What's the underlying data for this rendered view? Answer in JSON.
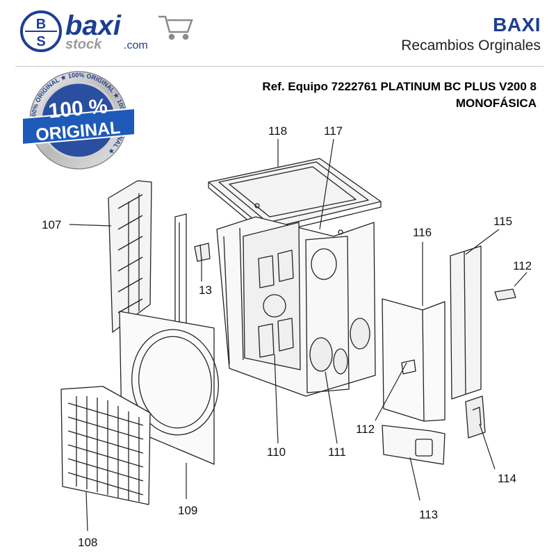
{
  "logo": {
    "word": "baxi",
    "sub": "stock",
    "domain": ".com",
    "letters": [
      "B",
      "S"
    ]
  },
  "header": {
    "brand": "BAXI",
    "tagline": "Recambios Orginales",
    "ref_line1": "Ref. Equipo 7222761 PLATINUM BC PLUS V200 8",
    "ref_line2": "MONOFÁSICA"
  },
  "badge": {
    "big": "100 %",
    "word": "ORIGINAL",
    "ring_text": "100% ORIGINAL ★ 100% ORIGINAL ★ 100% ORIGINAL ★"
  },
  "parts": [
    {
      "id": "p118",
      "label": "118"
    },
    {
      "id": "p117",
      "label": "117"
    },
    {
      "id": "p107",
      "label": "107"
    },
    {
      "id": "p13",
      "label": "13"
    },
    {
      "id": "p116",
      "label": "116"
    },
    {
      "id": "p115",
      "label": "115"
    },
    {
      "id": "p112a",
      "label": "112"
    },
    {
      "id": "p112b",
      "label": "112"
    },
    {
      "id": "p110",
      "label": "110"
    },
    {
      "id": "p111",
      "label": "111"
    },
    {
      "id": "p114",
      "label": "114"
    },
    {
      "id": "p109",
      "label": "109"
    },
    {
      "id": "p113",
      "label": "113"
    },
    {
      "id": "p108",
      "label": "108"
    }
  ],
  "colors": {
    "brand_blue": "#1d3e91",
    "cart_gray": "#8a8a8a",
    "badge_blue": "#1e5bb8",
    "line": "#222222"
  }
}
